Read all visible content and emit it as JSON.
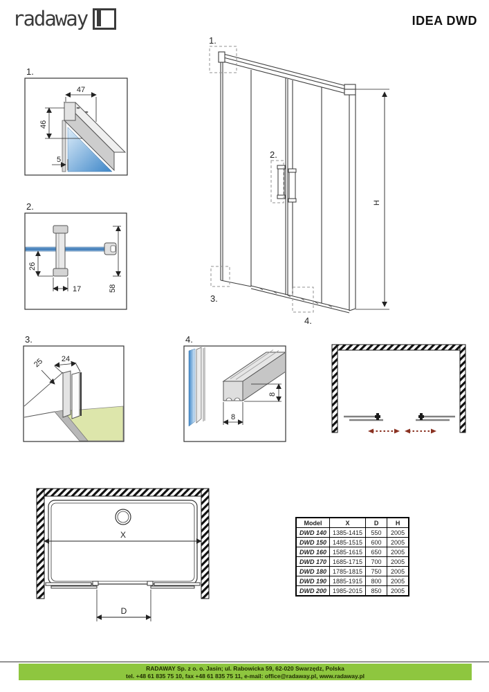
{
  "header": {
    "logo_text": "radaway",
    "title": "IDEA DWD"
  },
  "elevation": {
    "marker1": "1.",
    "marker2": "2.",
    "marker3": "3.",
    "marker4": "4.",
    "height_label": "H"
  },
  "details": {
    "d1": {
      "label": "1.",
      "dim_top_width": "47",
      "dim_side_height": "46",
      "dim_glass_gap": "5"
    },
    "d2": {
      "label": "2.",
      "dim_glass_to_end": "26",
      "dim_handle_width": "17",
      "dim_handle_height": "58"
    },
    "d3": {
      "label": "3.",
      "dim_profile_depth": "25",
      "dim_profile_width": "24"
    },
    "d4": {
      "label": "4.",
      "dim_guide_width": "8",
      "dim_guide_height": "8"
    }
  },
  "plan": {
    "width_label": "X",
    "door_label": "D"
  },
  "table": {
    "headers": [
      "Model",
      "X",
      "D",
      "H"
    ],
    "rows": [
      [
        "DWD 140",
        "1385-1415",
        "550",
        "2005"
      ],
      [
        "DWD 150",
        "1485-1515",
        "600",
        "2005"
      ],
      [
        "DWD 160",
        "1585-1615",
        "650",
        "2005"
      ],
      [
        "DWD 170",
        "1685-1715",
        "700",
        "2005"
      ],
      [
        "DWD 180",
        "1785-1815",
        "750",
        "2005"
      ],
      [
        "DWD 190",
        "1885-1915",
        "800",
        "2005"
      ],
      [
        "DWD 200",
        "1985-2015",
        "850",
        "2005"
      ]
    ]
  },
  "footer": {
    "line1": "RADAWAY Sp. z o. o. Jasin; ul. Rabowicka 59, 62-020 Swarzędz, Polska",
    "line2": "tel. +48 61 835 75 10, fax +48 61 835 75 11, e-mail: office@radaway.pl, www.radaway.pl"
  },
  "colors": {
    "glass_blue": "#4a94d8",
    "glass_blue_light": "#d9eaf8",
    "floor_green": "#dde6ab",
    "arrow_red": "#8a3222",
    "dim_red": "#5a2222",
    "footer_green": "#8ec63f",
    "line": "#3c3c3c"
  }
}
